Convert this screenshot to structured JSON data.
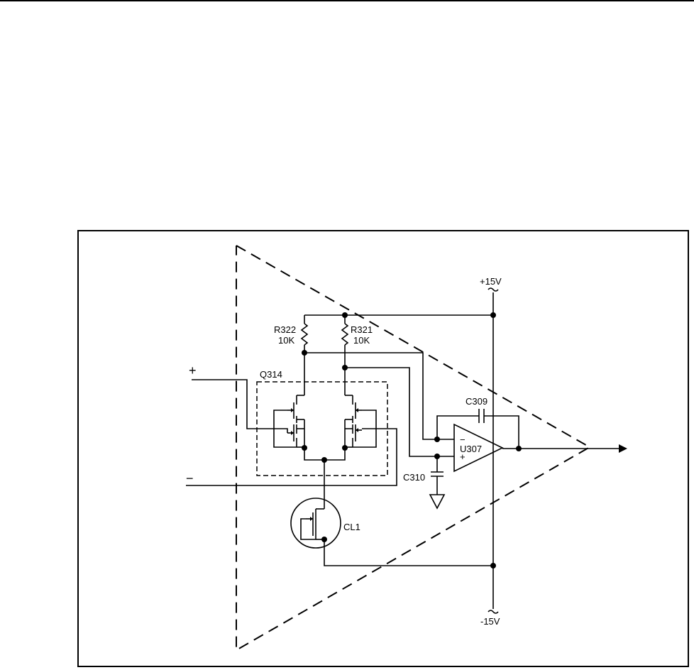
{
  "labels": {
    "vplus": "+15V",
    "vminus": "-15V",
    "r322_name": "R322",
    "r322_value": "10K",
    "r321_name": "R321",
    "r321_value": "10K",
    "q314": "Q314",
    "c309": "C309",
    "u307": "U307",
    "c310": "C310",
    "cl1": "CL1",
    "in_plus": "+",
    "in_minus": "−",
    "op_minus": "−",
    "op_plus": "+"
  }
}
